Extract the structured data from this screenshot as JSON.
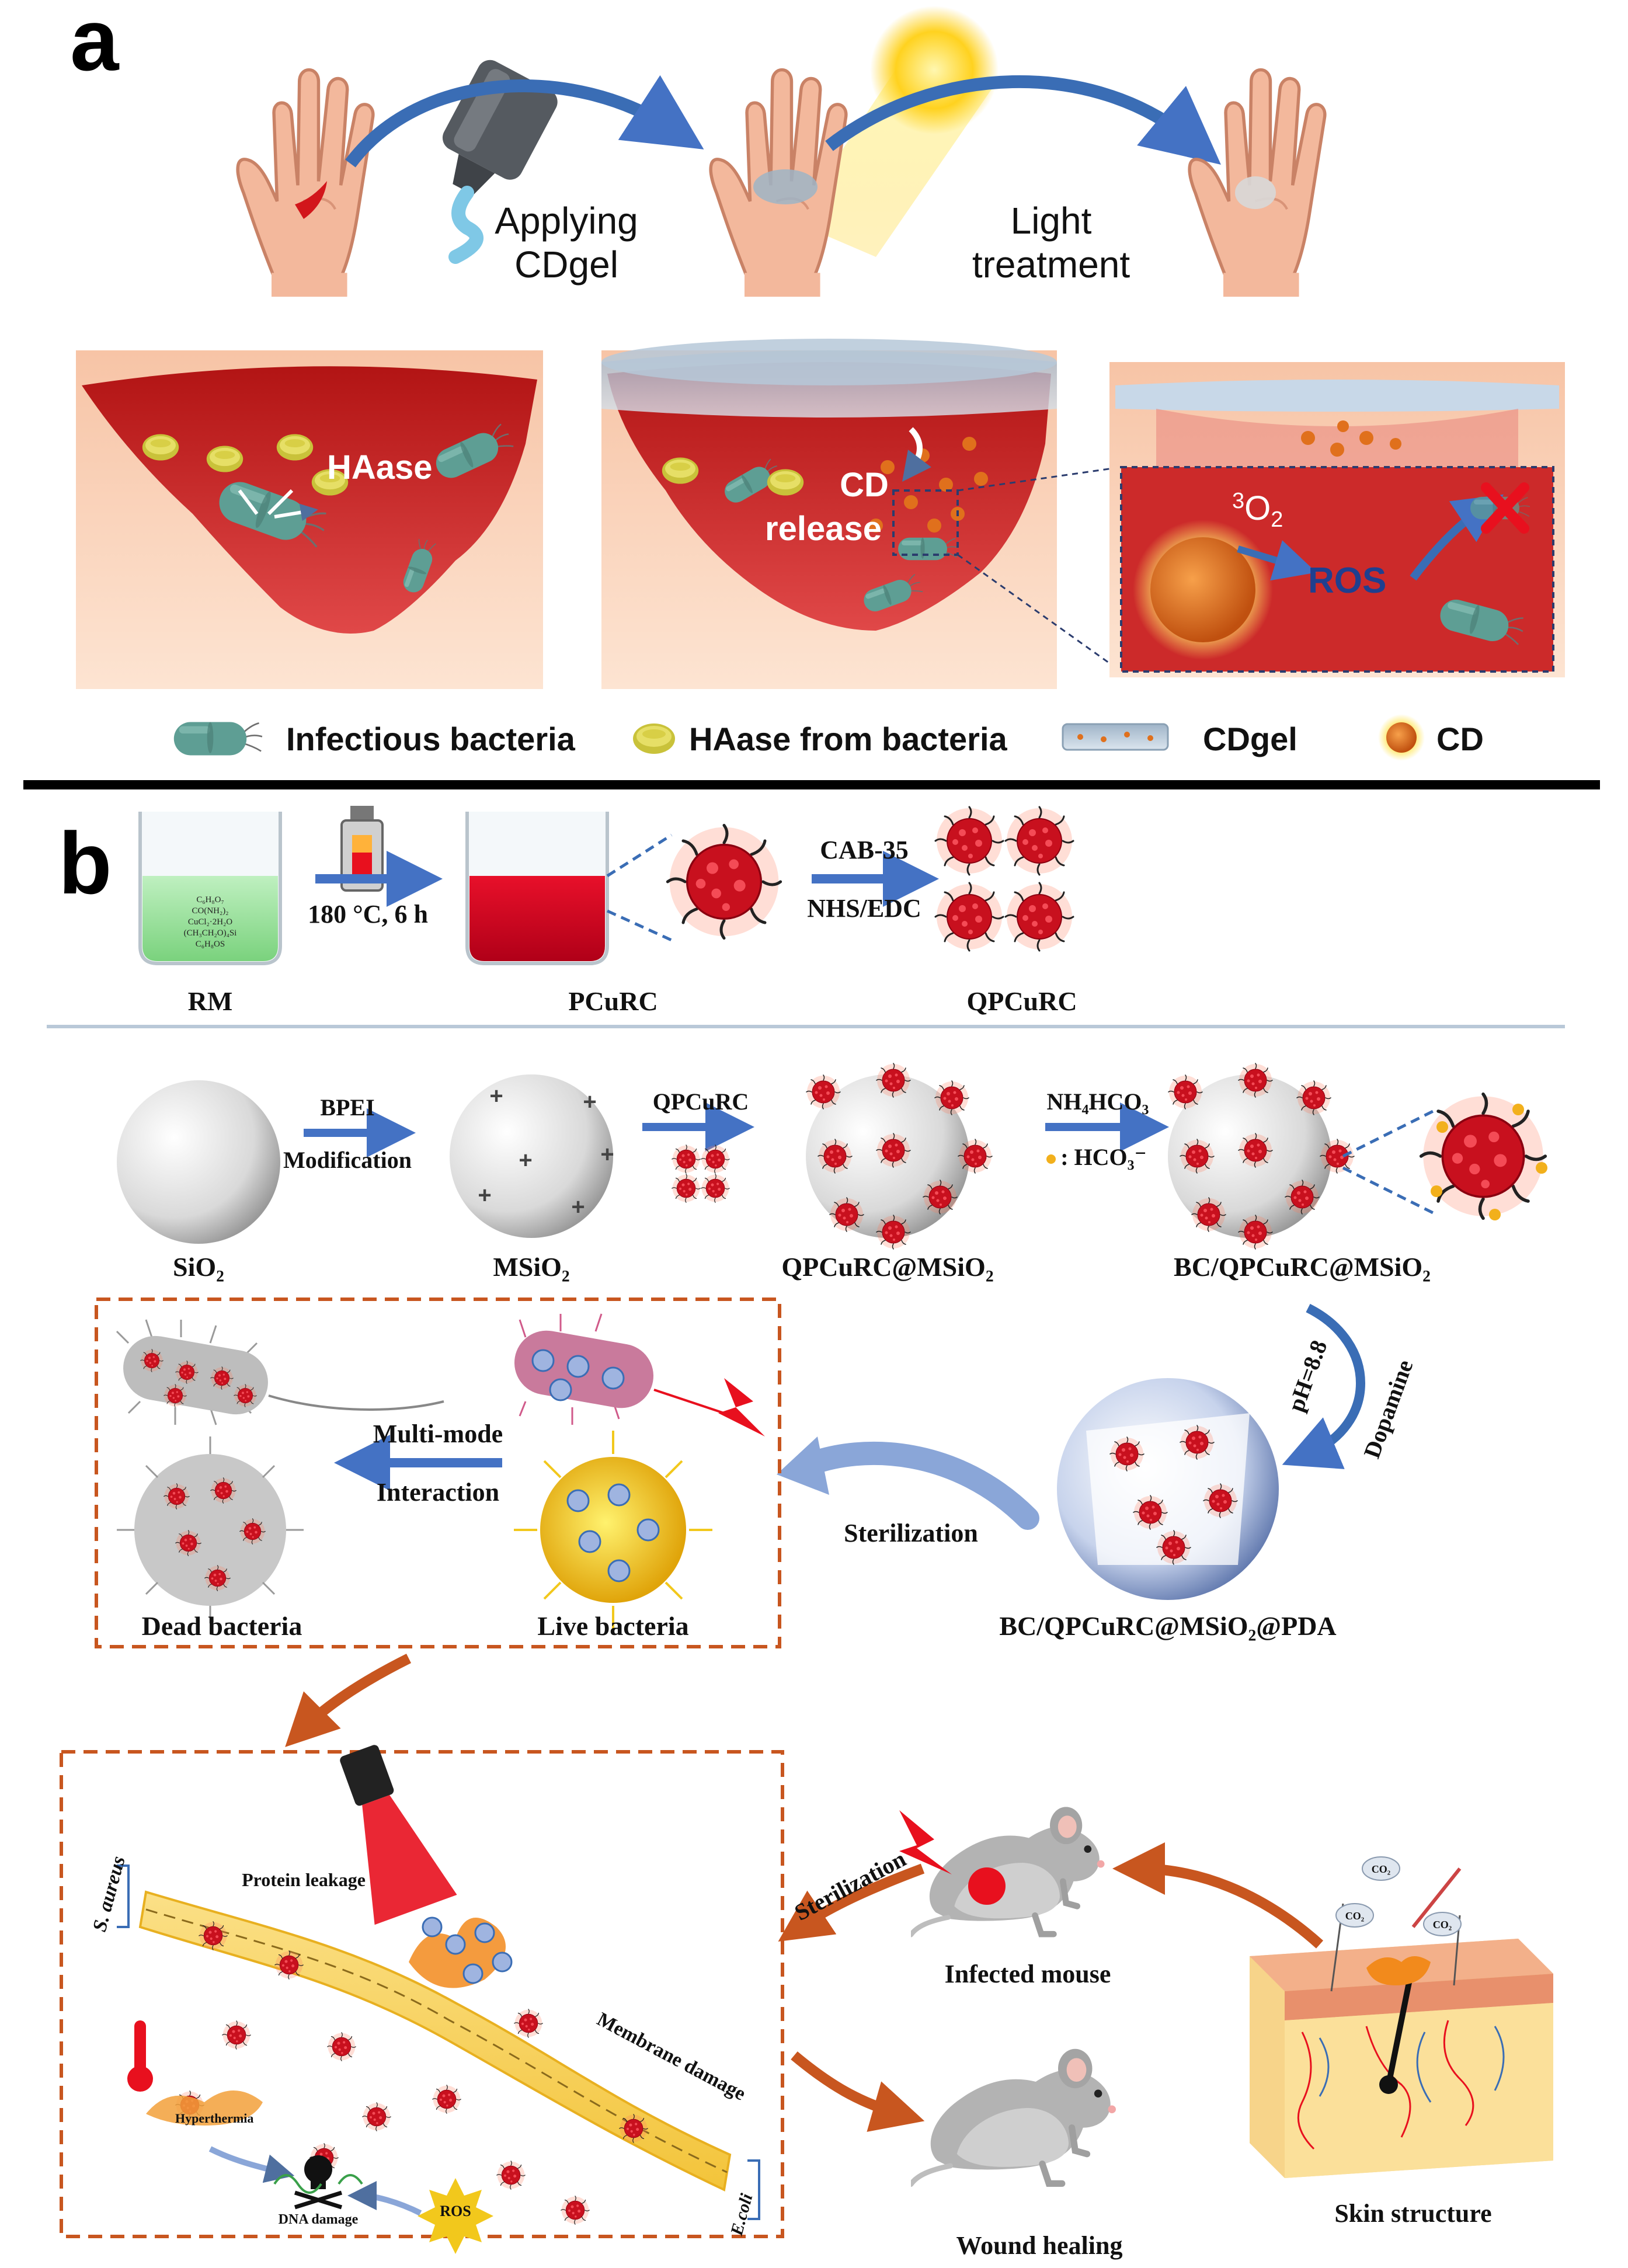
{
  "panel_a": {
    "letter": "a",
    "step1": [
      "Applying",
      "CDgel"
    ],
    "step2": [
      "Light",
      "treatment"
    ],
    "scene_haase": "HAase",
    "scene_cd": [
      "CD",
      "release"
    ],
    "scene_o2_base": "O",
    "scene_o2_sup": "3",
    "scene_o2_sub": "2",
    "scene_ros": "ROS",
    "legend": [
      "Infectious bacteria",
      "HAase from bacteria",
      "CDgel",
      "CD"
    ]
  },
  "panel_b": {
    "letter": "b",
    "top": {
      "beaker_formula": [
        "C₆H₈O₇",
        "CO(NH₂)₂",
        "CuCl₂·2H₂O",
        "(CH₃CH₂O)₄Si",
        "C₆H₈OS"
      ],
      "arrow1": "180 °C, 6 h",
      "arrow2": [
        "CAB-35",
        "NHS/EDC"
      ],
      "labels": [
        "RM",
        "PCuRC",
        "QPCuRC"
      ]
    },
    "mid": {
      "arrow1": [
        "BPEI",
        "Modification"
      ],
      "arrow2": "QPCuRC",
      "arrow3_a": "NH₄HCO₃",
      "arrow3_b": ": HCO₃⁻",
      "labels": [
        "SiO₂",
        "MSiO₂",
        "QPCuRC@MSiO₂",
        "BC/QPCuRC@MSiO₂"
      ]
    },
    "box1": {
      "arrow": [
        "Multi-mode",
        "Interaction"
      ],
      "dead": "Dead bacteria",
      "live": "Live bacteria"
    },
    "curve_labels": [
      "pH=8.8",
      "Dopamine"
    ],
    "sterilization": "Sterilization",
    "pda_label": "BC/QPCuRC@MSiO₂@PDA",
    "box2": {
      "s_aureus": "S. aureus",
      "e_coli": "E.coli",
      "protein": "Protein leakage",
      "membrane": "Membrane damage",
      "hyper": "Hyperthermia",
      "dna": "DNA damage",
      "ros": "ROS"
    },
    "mouse": {
      "sterilization": "Sterilization",
      "infected": "Infected mouse",
      "healing": "Wound healing",
      "skin": "Skin structure",
      "co2": "CO₂"
    }
  },
  "colors": {
    "blue_arrow": "#4472c4",
    "orange_arrow": "#c8561f",
    "wound_red": "#c81e1e",
    "bacteria_teal": "#5e9e94",
    "haase_yellow": "#c9c23a",
    "cd_orange": "#e0701c"
  }
}
